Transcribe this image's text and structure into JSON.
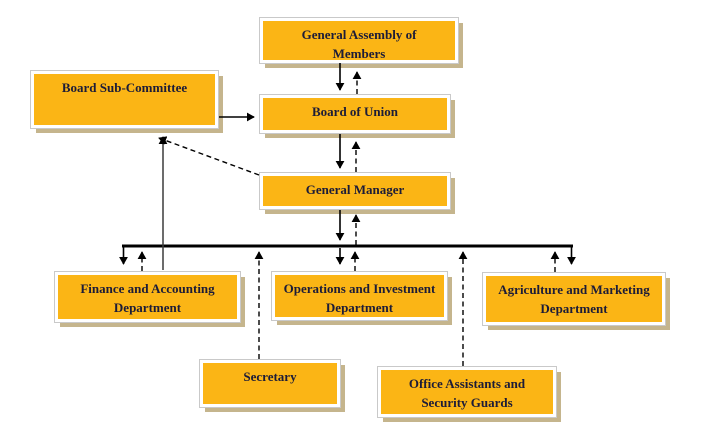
{
  "diagram": {
    "type": "org-chart",
    "colors": {
      "node_fill": "#FBB515",
      "node_border": "#FFFFFF",
      "node_shadow": "#C5B58D",
      "text": "#1C1C38",
      "line": "#000000",
      "background": "#FFFFFF"
    },
    "nodes": {
      "general_assembly": {
        "label": "General Assembly of Members"
      },
      "board_sub_committee": {
        "label": "Board Sub-Committee"
      },
      "board_of_union": {
        "label": "Board of Union"
      },
      "general_manager": {
        "label": "General Manager"
      },
      "finance": {
        "label": "Finance and Accounting Department"
      },
      "operations": {
        "label": "Operations and Investment Department"
      },
      "agriculture": {
        "label": "Agriculture and Marketing Department"
      },
      "secretary": {
        "label": "Secretary"
      },
      "office_assistants": {
        "label": "Office Assistants and Security Guards"
      }
    },
    "edges": [
      {
        "from": "general_assembly",
        "to": "board_of_union",
        "style": "solid"
      },
      {
        "from": "board_of_union",
        "to": "general_assembly",
        "style": "dashed"
      },
      {
        "from": "board_sub_committee",
        "to": "board_of_union",
        "style": "solid"
      },
      {
        "from": "board_of_union",
        "to": "general_manager",
        "style": "solid"
      },
      {
        "from": "general_manager",
        "to": "board_of_union",
        "style": "dashed"
      },
      {
        "from": "general_manager",
        "to": "department-bus",
        "style": "solid"
      },
      {
        "from": "department-bus",
        "to": "general_manager",
        "style": "dashed"
      },
      {
        "from": "general_manager",
        "to": "board_sub_committee",
        "style": "dashed"
      },
      {
        "from": "finance",
        "to": "board_sub_committee",
        "style": "solid"
      },
      {
        "from": "department-bus",
        "to": "finance",
        "style": "solid"
      },
      {
        "from": "finance",
        "to": "department-bus",
        "style": "dashed"
      },
      {
        "from": "department-bus",
        "to": "operations",
        "style": "solid"
      },
      {
        "from": "operations",
        "to": "department-bus",
        "style": "dashed"
      },
      {
        "from": "department-bus",
        "to": "agriculture",
        "style": "solid"
      },
      {
        "from": "agriculture",
        "to": "department-bus",
        "style": "dashed"
      },
      {
        "from": "secretary",
        "to": "department-bus",
        "style": "dashed"
      },
      {
        "from": "office_assistants",
        "to": "department-bus",
        "style": "dashed"
      }
    ]
  }
}
